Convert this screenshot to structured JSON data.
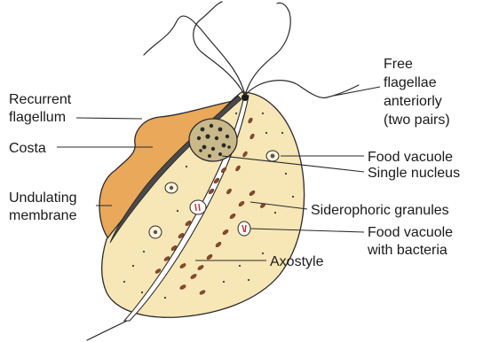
{
  "labels": {
    "recurrent_flagellum": [
      "Recurrent",
      "flagellum"
    ],
    "costa": "Costa",
    "undulating_membrane": [
      "Undulating",
      "membrane"
    ],
    "free_flagellae": [
      "Free",
      "flagellae",
      "anteriorly",
      "(two pairs)"
    ],
    "food_vacuole": "Food vacuole",
    "single_nucleus": "Single nucleus",
    "siderophoric_granules": "Siderophoric granules",
    "food_vacuole_bacteria": [
      "Food vacuole",
      "with bacteria"
    ],
    "axostyle": "Axostyle"
  },
  "colors": {
    "body_fill": "#f7e6b6",
    "membrane": "#e9a85a",
    "costa": "#4a4a4a",
    "nucleus_fill": "#c9b98a",
    "nucleus_dots": "#2a2a2a",
    "granules": "#8b4a2b",
    "vacuole_bacteria": "#d22a2a"
  }
}
